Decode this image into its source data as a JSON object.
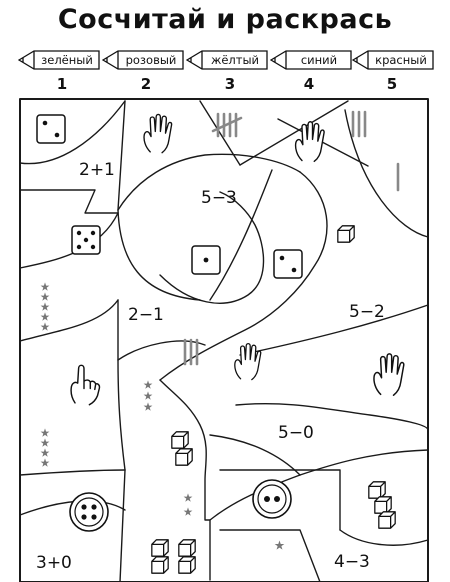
{
  "title": "Сосчитай и раскрась",
  "colors": [
    {
      "label": "зелёный",
      "number": "1"
    },
    {
      "label": "розовый",
      "number": "2"
    },
    {
      "label": "жёлтый",
      "number": "3"
    },
    {
      "label": "синий",
      "number": "4"
    },
    {
      "label": "красный",
      "number": "5"
    }
  ],
  "expressions": {
    "top_left": "2+1",
    "top_center": "5−3",
    "mid_left": "2−1",
    "mid_right": "5−2",
    "lower_right": "5−0",
    "bottom_left": "3+0",
    "bottom_right": "4−3"
  }
}
